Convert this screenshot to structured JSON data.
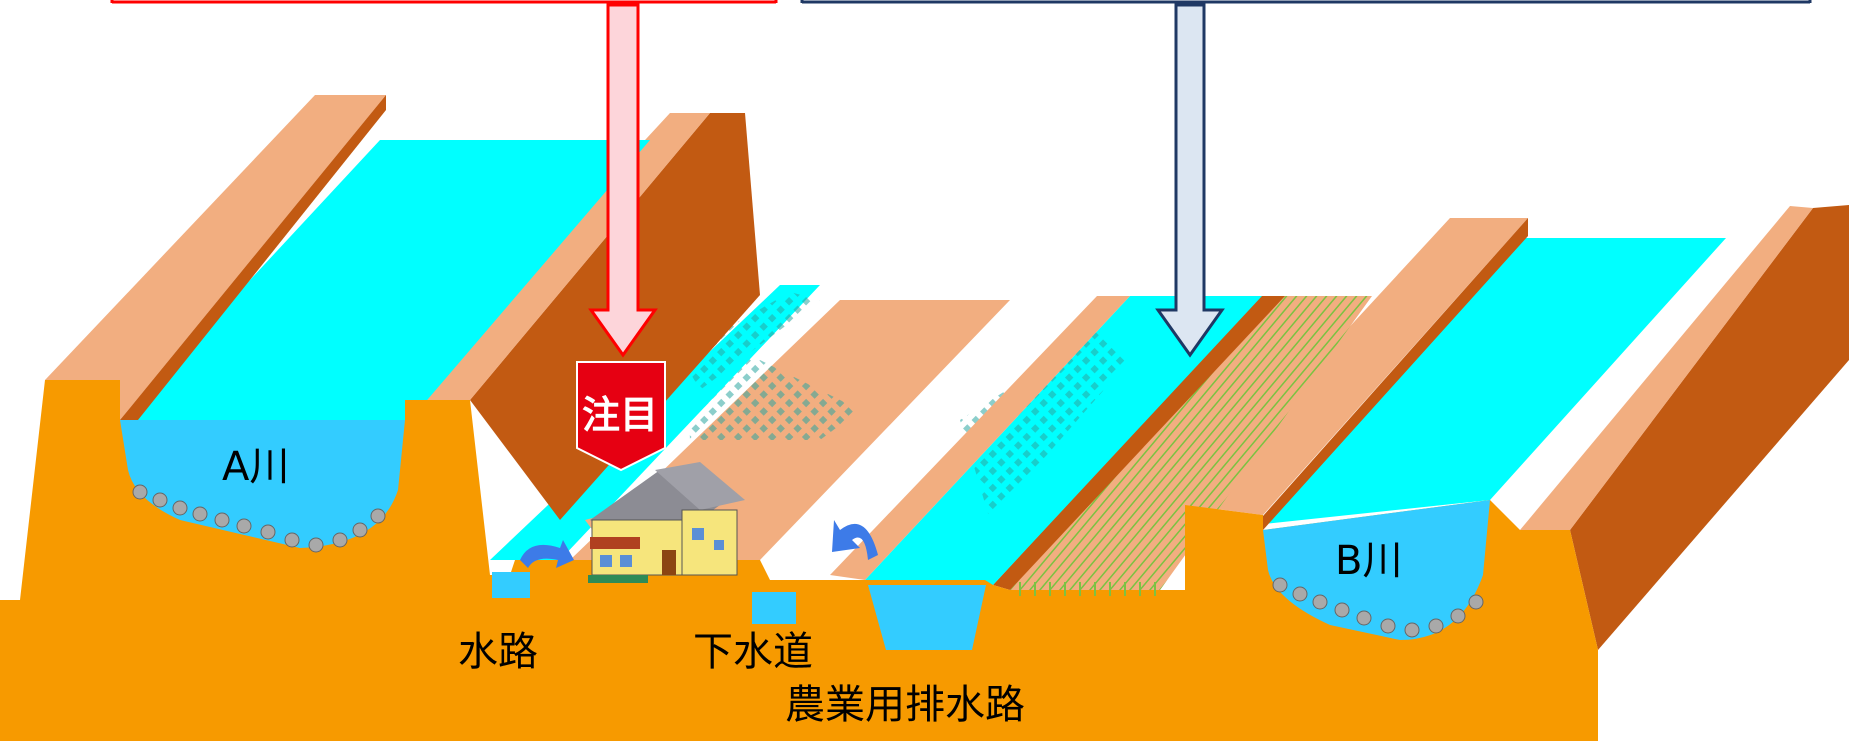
{
  "labels": {
    "river_a": "A川",
    "river_b": "B川",
    "channel": "水路",
    "sewer": "下水道",
    "agri_drain": "農業用排水路",
    "attention_badge": "注目"
  },
  "colors": {
    "ground": "#F79A00",
    "bank_side": "#C25A12",
    "bank_top": "#F2AE80",
    "water_surface": "#00FFFF",
    "water_body": "#33CCFF",
    "red_box": "#FF0000",
    "blue_box": "#1F3864",
    "red_arrow_fill": "#FDD5DA",
    "blue_arrow_fill": "#DCE6F2",
    "flow_arrow": "#3D7BE8",
    "rice": "#7CC242",
    "house_wall": "#F6E57C",
    "house_roof": "#8C8C94"
  },
  "icons": [
    "attention-badge-icon",
    "house-icon",
    "curved-flow-arrow-icon",
    "rice-field-icon",
    "rock-pile-icon"
  ]
}
